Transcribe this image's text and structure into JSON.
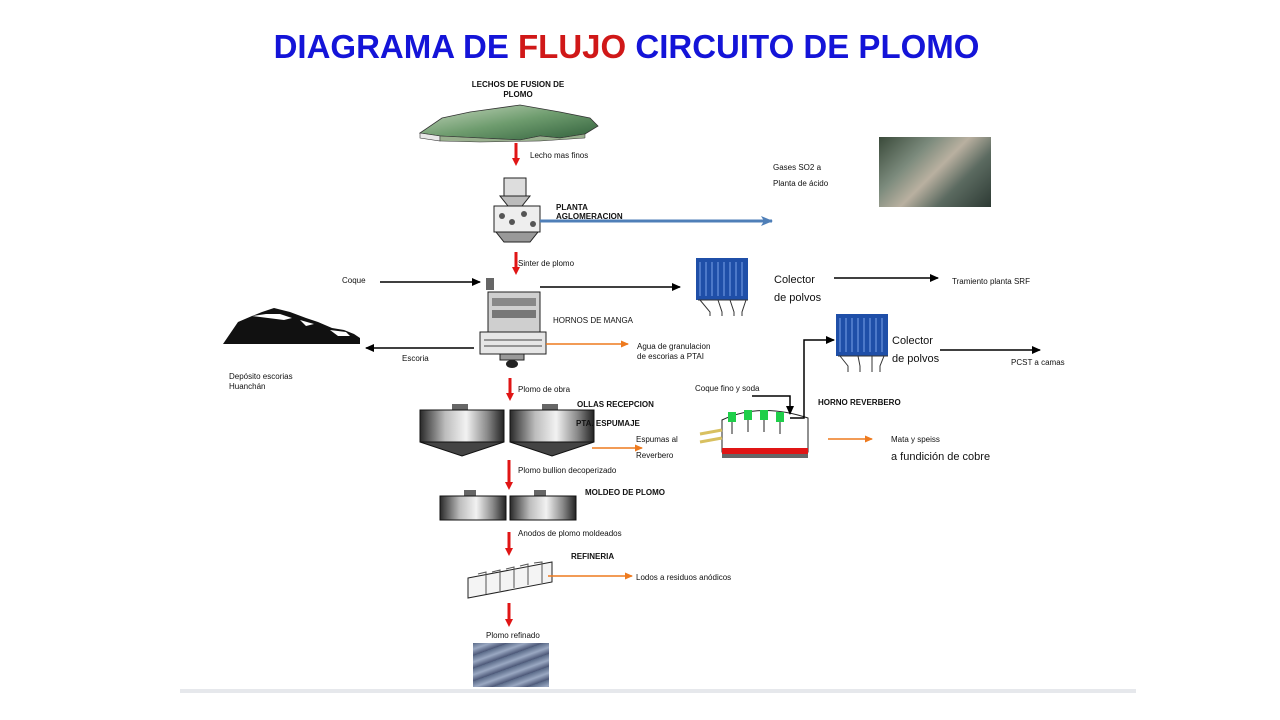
{
  "title": {
    "part1": "DIAGRAMA DE ",
    "part2": "FLUJO",
    "part3": " CIRCUITO DE PLOMO"
  },
  "labels": {
    "lechos": "LECHOS DE FUSION DE",
    "lechos2": "PLOMO",
    "lecho_finos": "Lecho mas finos",
    "planta": "PLANTA",
    "aglomeracion": "AGLOMERACION",
    "gases1": "Gases SO2 a",
    "gases2": "Planta de ácido",
    "sinter": "Sinter de plomo",
    "coque": "Coque",
    "colector1a": "Colector",
    "colector1b": "de polvos",
    "tratamiento": "Tramiento planta SRF",
    "hornos_manga": "HORNOS DE MANGA",
    "escoria": "Escoria",
    "agua1": "Agua de granulacion",
    "agua2": "de escorias a PTAI",
    "deposito1": "Depósito escorias",
    "deposito2": "Huanchán",
    "colector2a": "Colector",
    "colector2b": "de polvos",
    "pcst": "PCST a camas",
    "plomo_obra": "Plomo de obra",
    "coque_fino": "Coque fino y soda",
    "ollas": "OLLAS RECEPCION",
    "pta_espumaje": "PTA. ESPUMAJE",
    "horno_reverbero": "HORNO REVERBERO",
    "espumas1": "Espumas al",
    "espumas2": "Reverbero",
    "mata1": "Mata y speiss",
    "mata2": "a fundición de cobre",
    "bullion": "Plomo bullion decoperizado",
    "moldeo": "MOLDEO DE PLOMO",
    "anodos": "Anodos de plomo moldeados",
    "refineria": "REFINERIA",
    "lodos": "Lodos a residuos anódicos",
    "refinado": "Plomo refinado"
  },
  "colors": {
    "title_blue": "#1414d8",
    "title_red": "#d01818",
    "main_flow_red": "#e01515",
    "side_flow_orange": "#ee7a1e",
    "gas_flow_blue": "#4f7fb8",
    "connector_black": "#000000",
    "collector_blue": "#1f4fa8"
  }
}
